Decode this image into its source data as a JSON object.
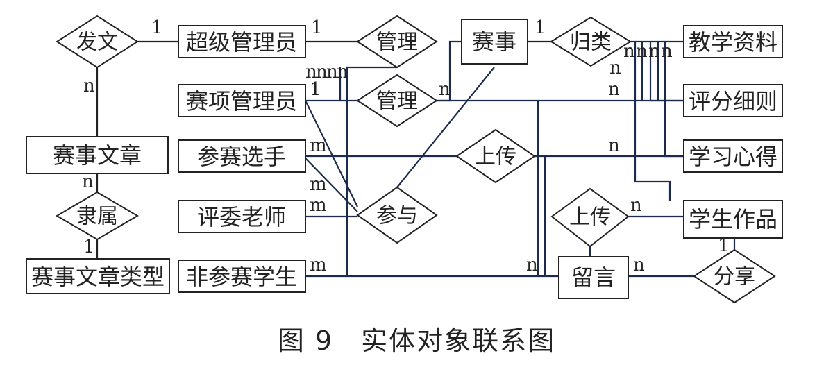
{
  "entities": {
    "super_admin": "超级管理员",
    "event": "赛事",
    "teaching_material": "教学资料",
    "event_admin": "赛项管理员",
    "scoring_rules": "评分细则",
    "event_article": "赛事文章",
    "contestant": "参赛选手",
    "study_notes": "学习心得",
    "judge_teacher": "评委老师",
    "student_work": "学生作品",
    "article_type": "赛事文章类型",
    "non_contestant": "非参赛学生",
    "comment": "留言"
  },
  "relationships": {
    "publish": "发文",
    "manage_top": "管理",
    "classify": "归类",
    "manage_mid": "管理",
    "upload_mid": "上传",
    "belong": "隶属",
    "participate": "参与",
    "upload_low": "上传",
    "share": "分享"
  },
  "cardinalities": {
    "publish_admin": "1",
    "publish_article": "n",
    "admin_manage": "1",
    "event_classify": "1",
    "classify_n1": "n",
    "classify_n2": "n",
    "classify_n3": "n",
    "classify_n4": "n",
    "classify_n5": "n",
    "nnnn_1": "n",
    "nnnn_2": "n",
    "nnnn_3": "n",
    "nnnn_4": "n",
    "eventadmin_1": "1",
    "manage_n": "n",
    "scoring_n": "n",
    "contestant_m": "m",
    "study_n": "n",
    "article_n": "n",
    "type_1": "1",
    "m_mid": "m",
    "judge_m": "m",
    "work_n": "n",
    "non_m": "m",
    "comment_n_left": "n",
    "comment_n_right": "n",
    "share_1": "1"
  },
  "caption": "图 9　实体对象联系图"
}
